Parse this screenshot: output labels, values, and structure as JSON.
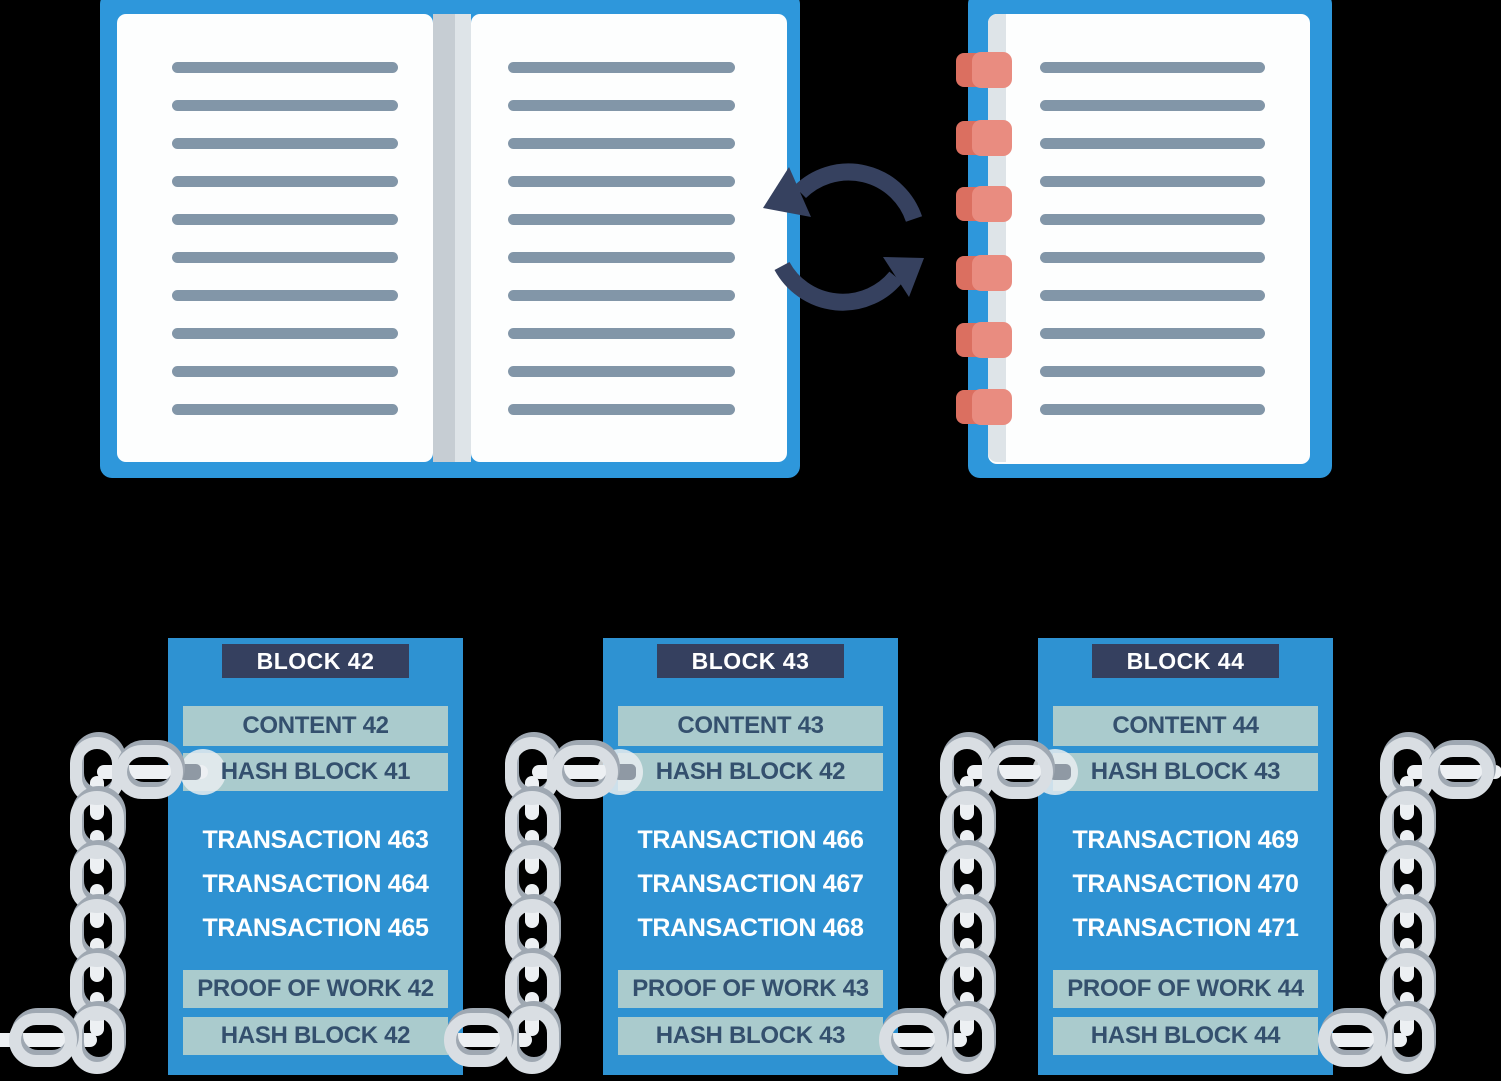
{
  "colors": {
    "background": "#000000",
    "block_blue": "#2E92D2",
    "cover_blue": "#2E97DB",
    "header_navy": "#35405F",
    "row_background": "#AACBCD",
    "row_text_navy": "#34506E",
    "page_line_gray": "#8296A8",
    "clip_red_light": "#E98C80",
    "clip_red_dark": "#DB6F60",
    "chain_light_gray": "#D9DEE3",
    "chain_shadow_gray": "#9FA8B2",
    "sync_arrow_navy": "#36415F",
    "white_text": "#FFFFFF"
  },
  "ledger_book": {
    "pages": 2,
    "lines_per_page": 10
  },
  "notebook": {
    "binding_clips": 6,
    "lines": 10
  },
  "blocks": [
    {
      "title": "BLOCK 42",
      "content": "CONTENT 42",
      "prev_hash": "HASH BLOCK 41",
      "transactions": [
        "TRANSACTION 463",
        "TRANSACTION 464",
        "TRANSACTION 465"
      ],
      "proof_of_work": "PROOF OF WORK 42",
      "hash": "HASH BLOCK 42"
    },
    {
      "title": "BLOCK 43",
      "content": "CONTENT 43",
      "prev_hash": "HASH BLOCK 42",
      "transactions": [
        "TRANSACTION 466",
        "TRANSACTION 467",
        "TRANSACTION 468"
      ],
      "proof_of_work": "PROOF OF WORK 43",
      "hash": "HASH BLOCK 43"
    },
    {
      "title": "BLOCK 44",
      "content": "CONTENT 44",
      "prev_hash": "HASH BLOCK 43",
      "transactions": [
        "TRANSACTION 469",
        "TRANSACTION 470",
        "TRANSACTION 471"
      ],
      "proof_of_work": "PROOF OF WORK 44",
      "hash": "HASH BLOCK 44"
    }
  ]
}
